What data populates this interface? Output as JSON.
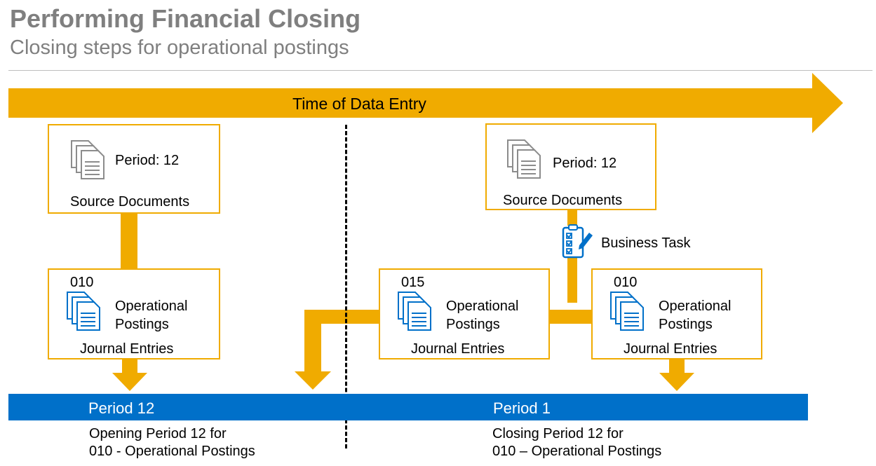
{
  "header": {
    "title": "Performing Financial Closing",
    "subtitle": "Closing steps for operational postings"
  },
  "timeline": {
    "label": "Time of Data Entry"
  },
  "left_source": {
    "period_label": "Period: 12",
    "caption": "Source Documents"
  },
  "left_posting": {
    "ledger": "010",
    "label_line1": "Operational",
    "label_line2": "Postings",
    "caption": "Journal Entries"
  },
  "right_source": {
    "period_label": "Period: 12",
    "caption": "Source Documents"
  },
  "business_task": {
    "label": "Business Task"
  },
  "mid_posting": {
    "ledger": "015",
    "label_line1": "Operational",
    "label_line2": "Postings",
    "caption": "Journal Entries"
  },
  "right_posting": {
    "ledger": "010",
    "label_line1": "Operational",
    "label_line2": "Postings",
    "caption": "Journal Entries"
  },
  "periods": {
    "left": "Period 12",
    "right": "Period 1",
    "left_note_line1": "Opening Period 12 for",
    "left_note_line2": "010 - Operational Postings",
    "right_note_line1": "Closing Period 12 for",
    "right_note_line2": "010 – Operational Postings"
  },
  "colors": {
    "accent": "#f0ab00",
    "period_bar": "#0070c9",
    "heading": "#7f7f7f",
    "doc_icon": "#0070c9",
    "source_icon": "#8c8c8c"
  }
}
